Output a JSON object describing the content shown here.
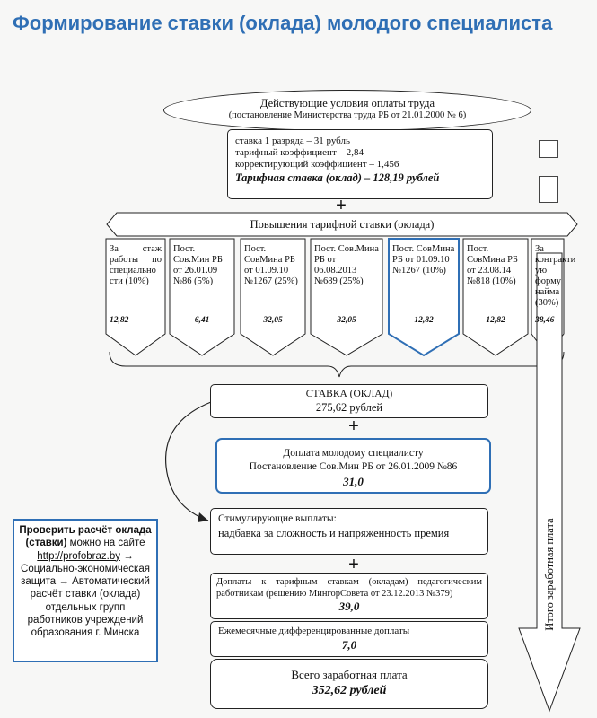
{
  "title": "Формирование ставки (оклада) молодого специалиста",
  "conditions": {
    "heading": "Действующие условия оплаты труда",
    "subheading": "(постановление Министерства труда РБ от 21.01.2000 № 6)"
  },
  "tariff": {
    "line1": "ставка 1 разряда – 31 рубль",
    "line2": "тарифный коэффициент – 2,84",
    "line3": "корректирующий коэффициент – 1,456",
    "result": "Тарифная ставка (оклад) – 128,19 рублей"
  },
  "plus": "+",
  "increase_header": "Повышения тарифной ставки (оклада)",
  "increases": [
    {
      "text": "За стаж работы по специально сти (10%)",
      "value": "12,82"
    },
    {
      "text": "Пост. Сов.Мин РБ от 26.01.09 №86 (5%)",
      "value": "6,41"
    },
    {
      "text": "Пост. СовМина РБ от 01.09.10 №1267 (25%)",
      "value": "32,05"
    },
    {
      "text": "Пост. Сов.Мина РБ от 06.08.2013 №689 (25%)",
      "value": "32,05"
    },
    {
      "text": "Пост. СовМина РБ от 01.09.10 №1267 (10%)",
      "value": "12,82"
    },
    {
      "text": "Пост. СовМина РБ от 23.08.14 №818 (10%)",
      "value": "12,82"
    },
    {
      "text": "За контракти ую форму найма (30%)",
      "value": "38,46"
    }
  ],
  "stavka": {
    "label": "СТАВКА (ОКЛАД)",
    "value": "275,62 рублей"
  },
  "young_specialist": {
    "line1": "Доплата молодому специалисту",
    "line2": "Постановление Сов.Мин РБ от 26.01.2009 №86",
    "value": "31,0"
  },
  "stimulus": {
    "line1": "Стимулирующие выплаты:",
    "line2": "надбавка за сложность и напряженность премия"
  },
  "pedagogical": {
    "line1": "Доплаты к тарифным ставкам (окладам) педагогическим работникам (решению МингорСовета от 23.12.2013 №379)",
    "value": "39,0"
  },
  "monthly": {
    "label": "Ежемесячные дифференцированные доплаты",
    "value": "7,0"
  },
  "total": {
    "label": "Всего заработная плата",
    "value": "352,62 рублей"
  },
  "arrow_label": "Итого заработная плата",
  "info": {
    "bold": "Проверить расчёт оклада (ставки)",
    "rest1": " можно на сайте",
    "link": "http://profobraz.by",
    "rest2": " → Социально-экономическая защита → Автоматический расчёт ставки (оклада) отдельных групп работников учреждений образования г. Минска"
  },
  "colors": {
    "accent": "#2f6fb5"
  }
}
